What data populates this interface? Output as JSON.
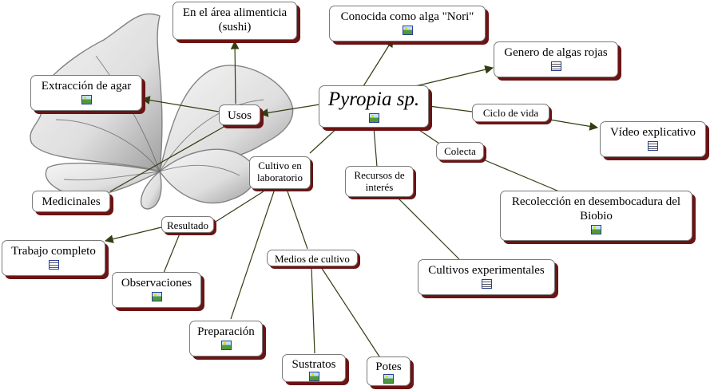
{
  "background": "seaweed-sketch",
  "colors": {
    "shadow": "#6b1414",
    "link": "#2f3f12",
    "border": "#7a7a7a"
  },
  "nodes": {
    "main": {
      "label": "Pyropia sp.",
      "icon": "image-icon"
    },
    "nori": {
      "label": "Conocida como alga \"Nori\"",
      "icon": "image-icon"
    },
    "genero": {
      "label": "Genero de algas rojas",
      "icon": "document-icon"
    },
    "ciclo": {
      "label": "Ciclo de vida"
    },
    "video": {
      "label": "Vídeo explicativo",
      "icon": "document-icon"
    },
    "colecta": {
      "label": "Colecta"
    },
    "recoleccion": {
      "label": "Recolección en desembocadura del Biobio",
      "icon": "image-icon"
    },
    "recursos": {
      "label": "Recursos de interés"
    },
    "cultivos_exp": {
      "label": "Cultivos experimentales",
      "icon": "document-icon"
    },
    "usos": {
      "label": "Usos"
    },
    "alimenticia": {
      "label": "En el área alimenticia (sushi)"
    },
    "agar": {
      "label": "Extracción de agar",
      "icon": "image-icon"
    },
    "medicinales": {
      "label": "Medicinales"
    },
    "cultivo_lab": {
      "label": "Cultivo en laboratorio"
    },
    "resultado": {
      "label": "Resultado"
    },
    "trabajo": {
      "label": "Trabajo completo",
      "icon": "document-icon"
    },
    "observaciones": {
      "label": "Observaciones",
      "icon": "image-icon"
    },
    "medios": {
      "label": "Medios de cultivo"
    },
    "preparacion": {
      "label": "Preparación",
      "icon": "image-icon"
    },
    "sustratos": {
      "label": "Sustratos",
      "icon": "image-icon"
    },
    "potes": {
      "label": "Potes",
      "icon": "image-icon"
    }
  }
}
